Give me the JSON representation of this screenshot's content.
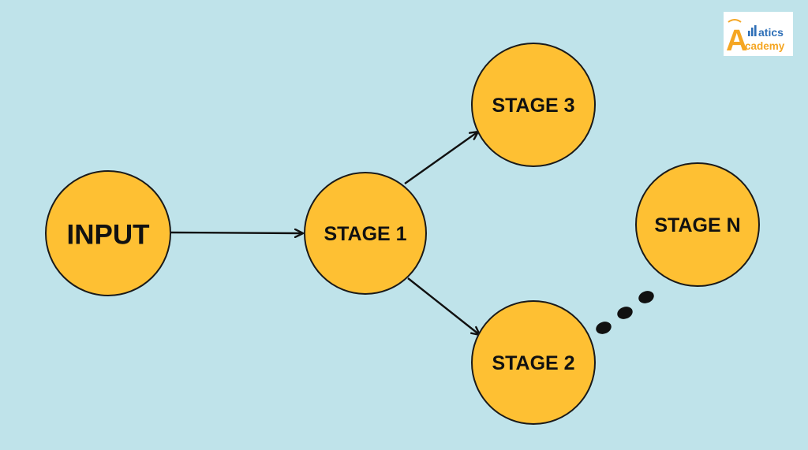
{
  "colors": {
    "background": "#bfe3ea",
    "node_fill": "#fec033",
    "node_stroke": "#1a1a1a",
    "edge": "#111111",
    "text": "#111111",
    "logo_orange": "#f5a623",
    "logo_blue": "#2e6fb7"
  },
  "nodes": {
    "input": "INPUT",
    "stage1": "STAGE 1",
    "stage2": "STAGE 2",
    "stage3": "STAGE 3",
    "stageN": "STAGE N"
  },
  "edges": [
    {
      "from": "input",
      "to": "stage1"
    },
    {
      "from": "stage1",
      "to": "stage3"
    },
    {
      "from": "stage1",
      "to": "stage2"
    }
  ],
  "continuation": {
    "from": "stage2",
    "to": "stageN",
    "marker": "ellipsis"
  },
  "logo": {
    "line1": "atics",
    "line2": "cademy",
    "letter": "A"
  }
}
